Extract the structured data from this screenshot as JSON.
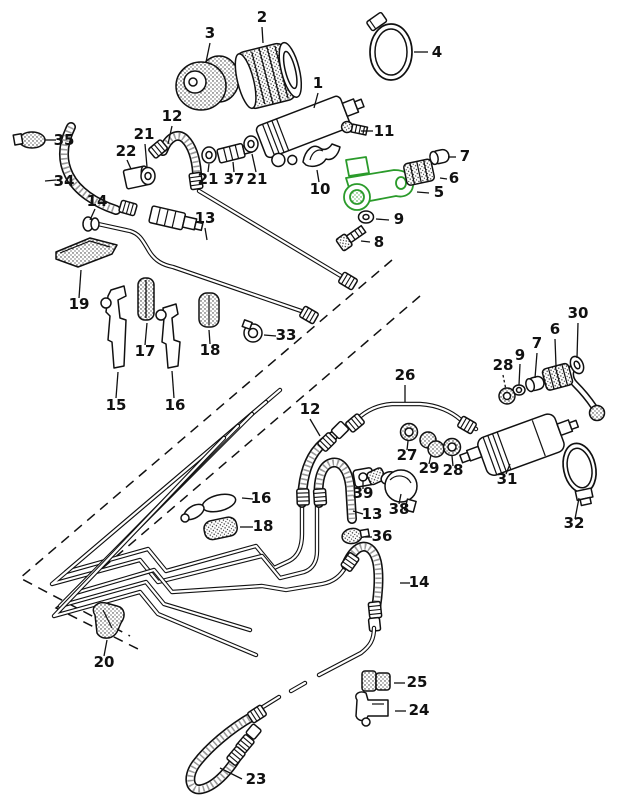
{
  "diagram": {
    "type": "exploded-parts-diagram",
    "subject": "fuel system - pump, filter, hoses and pipes",
    "background_color": "#ffffff",
    "line_color": "#111111",
    "highlight_color": "#2b9b2b",
    "highlighted_callout": "5",
    "callouts": [
      "3",
      "2",
      "4",
      "1",
      "11",
      "35",
      "12",
      "22",
      "21",
      "34",
      "21",
      "37",
      "21",
      "10",
      "7",
      "6",
      "5",
      "9",
      "8",
      "14",
      "13",
      "19",
      "17",
      "18",
      "33",
      "15",
      "16",
      "26",
      "12",
      "30",
      "6",
      "7",
      "9",
      "28",
      "27",
      "29",
      "28",
      "31",
      "39",
      "38",
      "13",
      "36",
      "16",
      "18",
      "32",
      "14",
      "20",
      "25",
      "24",
      "23"
    ]
  }
}
